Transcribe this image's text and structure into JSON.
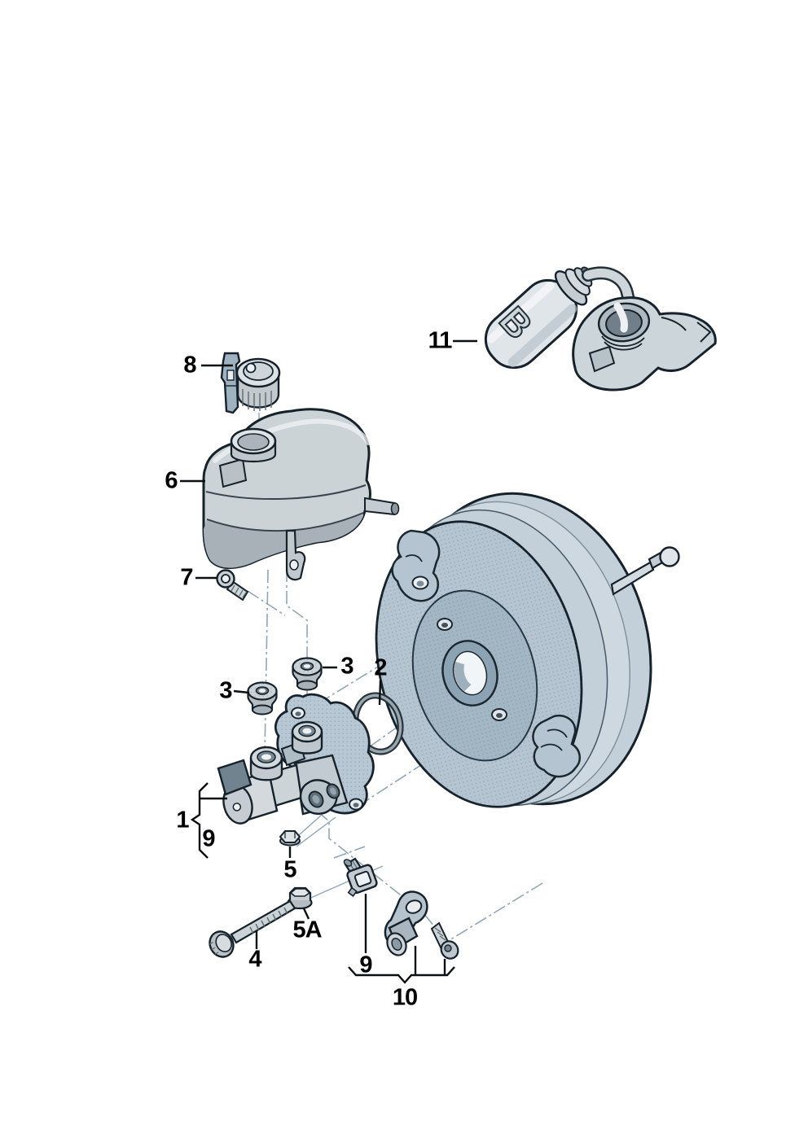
{
  "diagram": {
    "background": "#ffffff",
    "outline_color": "#16222b",
    "axis_line_color": "#8fa6b7",
    "part_fill_blue": "#b4c4d0",
    "part_fill_gray": "#ccd3d7",
    "label_color": "#000000"
  },
  "labels": {
    "l1": "1",
    "l2": "2",
    "l3a": "3",
    "l3b": "3",
    "l4": "4",
    "l5": "5",
    "l5a": "5A",
    "l6": "6",
    "l7": "7",
    "l8": "8",
    "l9a": "9",
    "l9b": "9",
    "l10": "10",
    "l11": "11"
  },
  "bottle": {
    "letter": "B"
  }
}
